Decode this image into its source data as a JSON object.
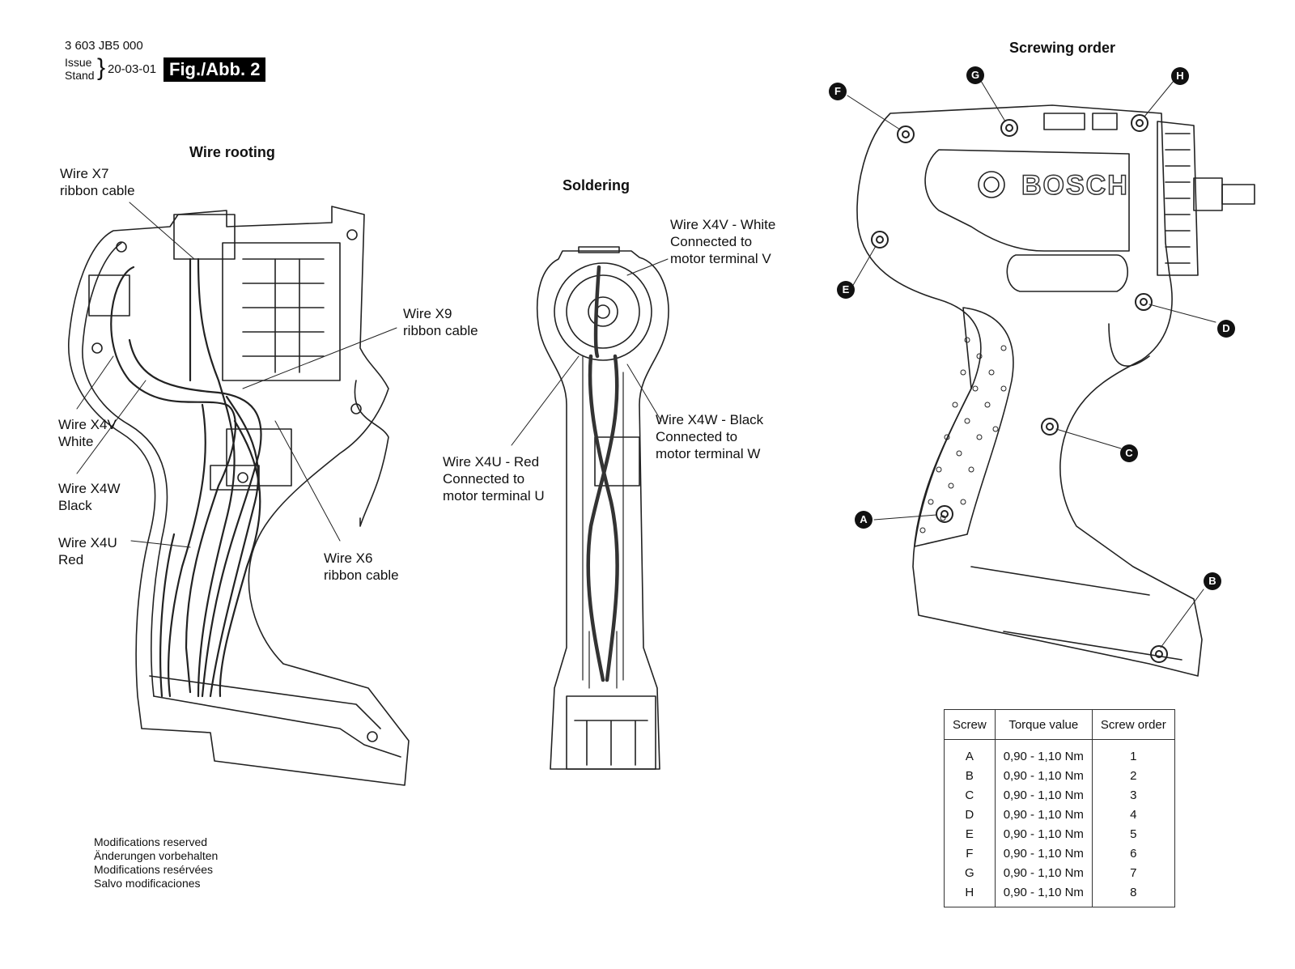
{
  "header": {
    "part_number": "3 603 JB5 000",
    "issue_label": "Issue",
    "stand_label": "Stand",
    "date": "20-03-01",
    "figure": "Fig./Abb. 2"
  },
  "wire_rooting": {
    "title": "Wire rooting",
    "labels": {
      "x7": "Wire X7\nribbon cable",
      "x9": "Wire X9\nribbon cable",
      "x4v": "Wire X4V\nWhite",
      "x4w": "Wire X4W\nBlack",
      "x4u": "Wire X4U\nRed",
      "x6": "Wire X6\nribbon cable"
    }
  },
  "soldering": {
    "title": "Soldering",
    "labels": {
      "v": "Wire X4V - White\nConnected to\nmotor terminal V",
      "w": "Wire X4W - Black\nConnected to\nmotor terminal W",
      "u": "Wire X4U - Red\nConnected to\nmotor terminal U"
    }
  },
  "screwing_order": {
    "title": "Screwing order",
    "brand": "BOSCH",
    "markers": [
      "A",
      "B",
      "C",
      "D",
      "E",
      "F",
      "G",
      "H"
    ]
  },
  "torque_table": {
    "headers": [
      "Screw",
      "Torque value",
      "Screw order"
    ],
    "rows": [
      [
        "A",
        "0,90 - 1,10 Nm",
        "1"
      ],
      [
        "B",
        "0,90 - 1,10 Nm",
        "2"
      ],
      [
        "C",
        "0,90 - 1,10 Nm",
        "3"
      ],
      [
        "D",
        "0,90 - 1,10 Nm",
        "4"
      ],
      [
        "E",
        "0,90 - 1,10 Nm",
        "5"
      ],
      [
        "F",
        "0,90 - 1,10 Nm",
        "6"
      ],
      [
        "G",
        "0,90 - 1,10 Nm",
        "7"
      ],
      [
        "H",
        "0,90 - 1,10 Nm",
        "8"
      ]
    ]
  },
  "footer": {
    "lines": [
      "Modifications reserved",
      "Änderungen vorbehalten",
      "Modifications resérvées",
      "Salvo modificaciones"
    ]
  }
}
